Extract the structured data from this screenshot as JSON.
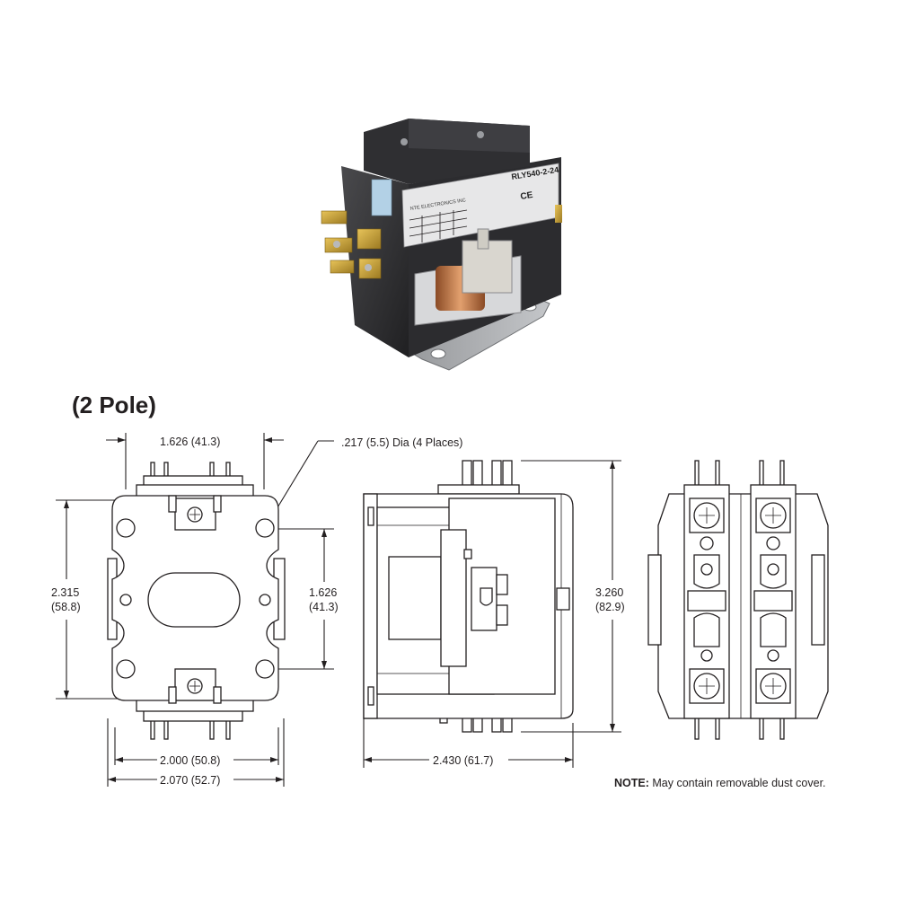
{
  "title": "(2 Pole)",
  "photo_label": {
    "model": "RLY540-2-24",
    "maker": "NTE ELECTRONICS INC",
    "marks": "CE"
  },
  "dimensions": {
    "top_width": "1.626 (41.3)",
    "hole": ".217 (5.5) Dia (4 Places)",
    "left_height_in": "2.315",
    "left_height_mm": "(58.8)",
    "inner_height_in": "1.626",
    "inner_height_mm": "(41.3)",
    "base_width_1": "2.000 (50.8)",
    "base_width_2": "2.070 (52.7)",
    "side_width": "2.430 (61.7)",
    "side_height_in": "3.260",
    "side_height_mm": "(82.9)"
  },
  "note": {
    "label": "NOTE:",
    "text": "May contain removable dust cover."
  },
  "colors": {
    "ink": "#231f20",
    "housing": "#3a3a3c",
    "coil": "#c8794a",
    "terminal": "#c9a23a",
    "plate": "#a7a9ac"
  }
}
